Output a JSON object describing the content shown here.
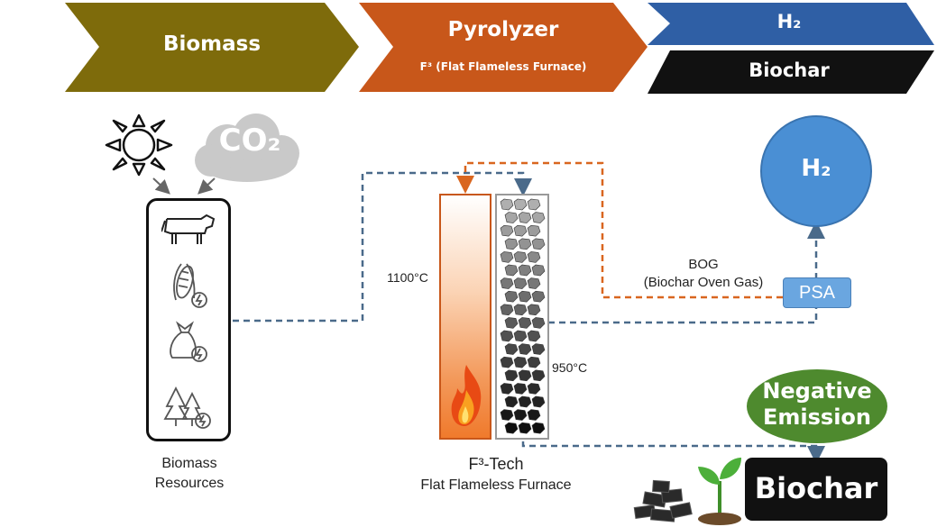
{
  "header": {
    "stage1": {
      "label": "Biomass",
      "color": "#7e6b0b"
    },
    "stage2": {
      "label": "Pyrolyzer",
      "sub": "F³ (Flat Flameless Furnace)",
      "color": "#c8571a"
    },
    "stage3a": {
      "label": "H₂",
      "color": "#2f5fa5"
    },
    "stage3b": {
      "label": "Biochar",
      "color": "#111111"
    }
  },
  "inputs": {
    "sun_icon": "sun-icon",
    "co2_label": "CO₂"
  },
  "biomass": {
    "icons": [
      "cow-icon",
      "corn-icon",
      "waste-bag-icon",
      "forest-icon"
    ],
    "label_line1": "Biomass",
    "label_line2": "Resources"
  },
  "furnace": {
    "temp_hot": "1100°C",
    "temp_char": "950°C",
    "name": "F³-Tech",
    "subtitle": "Flat Flameless Furnace"
  },
  "gas": {
    "bog_line1": "BOG",
    "bog_line2": "(Biochar Oven Gas)",
    "psa_label": "PSA",
    "h2_label": "H₂"
  },
  "outputs": {
    "negative_line1": "Negative",
    "negative_line2": "Emission",
    "biochar_label": "Biochar"
  },
  "colors": {
    "blue_dash": "#4a6a8a",
    "orange_dash": "#d9661f",
    "h2_circle": "#4a8fd4",
    "psa_box": "#6aa6e0",
    "negative": "#4e8a2e"
  }
}
